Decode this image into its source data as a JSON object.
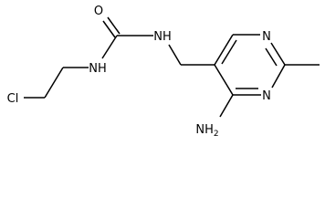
{
  "molecule": {
    "atoms": {
      "carbonyl_oxygen": "O",
      "urea_nh_left": "NH",
      "urea_nh_right": "NH",
      "chlorine": "Cl",
      "ring_n1": "N",
      "ring_n3": "N",
      "amino": "NH",
      "amino_subscript": "2"
    }
  }
}
